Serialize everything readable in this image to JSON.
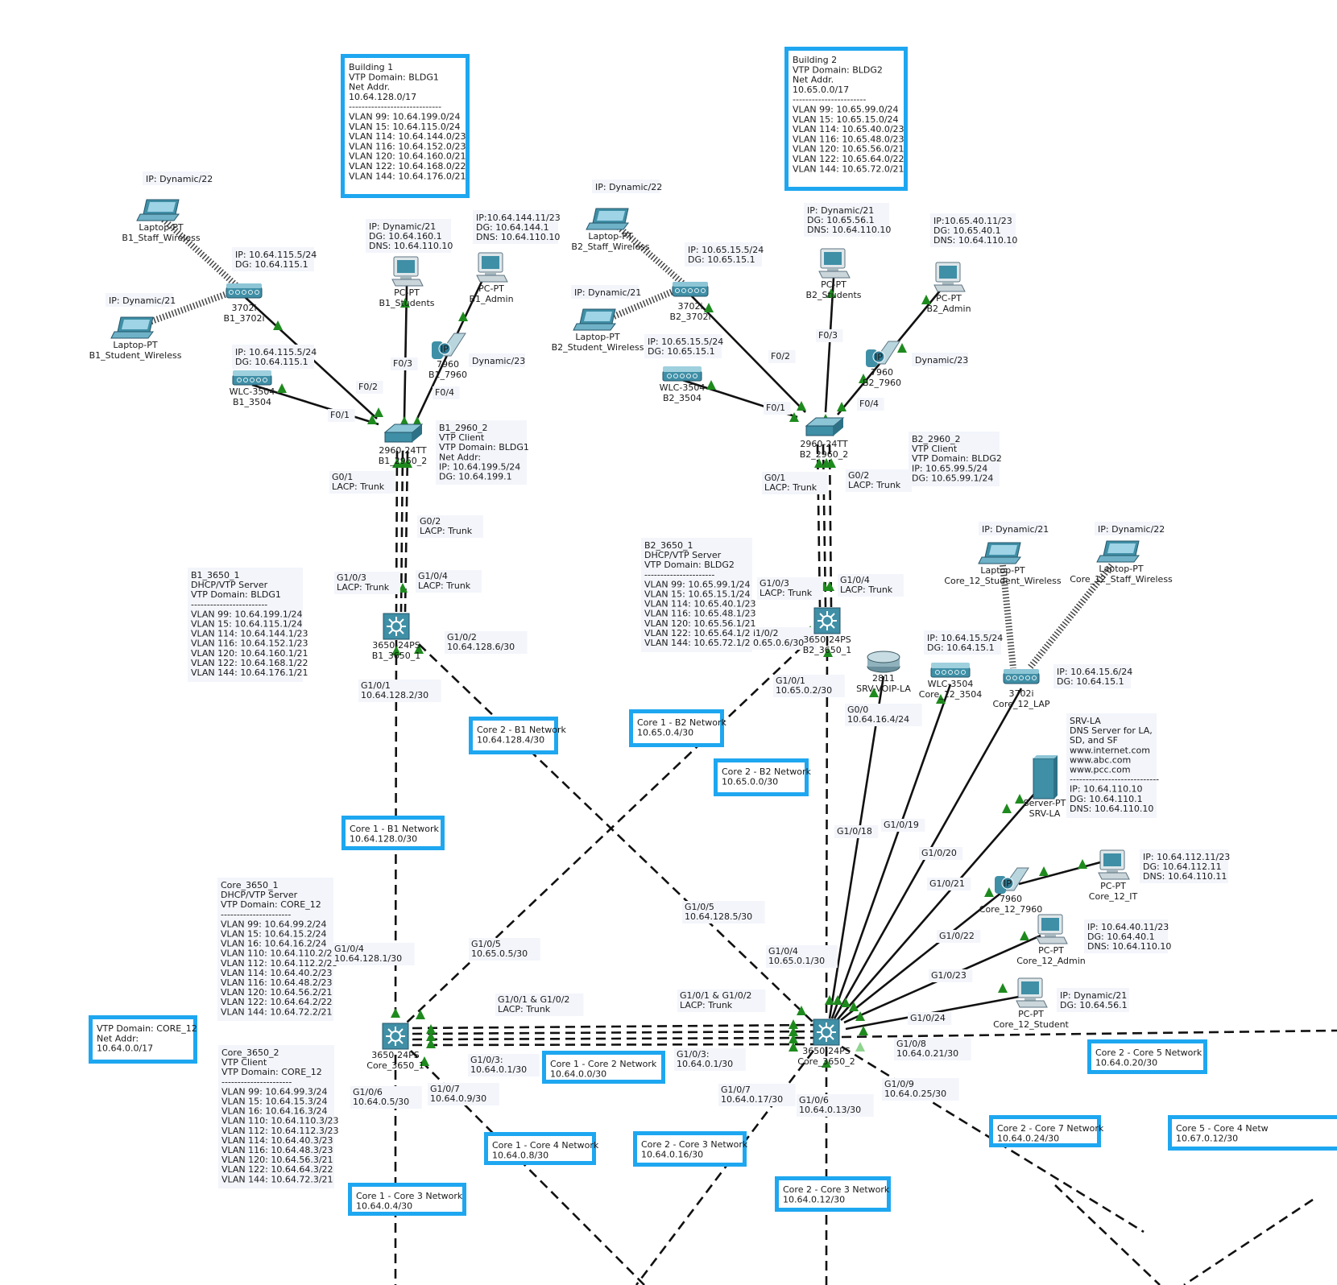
{
  "colors": {
    "box_border": "#1ea7f0",
    "link": "#111111",
    "wireless": "#444444",
    "port_up": "#1e8a1e",
    "device_teal": "#3f8fa6",
    "note_bg": "#f3f5fb"
  },
  "info_boxes": [
    {
      "id": "b1",
      "lines": [
        "Building 1",
        "VTP Domain: BLDG1",
        "Net Addr.",
        "10.64.128.0/17",
        "-----------------------------",
        "VLAN 99: 10.64.199.0/24",
        "VLAN 15: 10.64.115.0/24",
        "VLAN 114: 10.64.144.0/23",
        "VLAN 116: 10.64.152.0/23",
        "VLAN 120: 10.64.160.0/21",
        "VLAN 122: 10.64.168.0/22",
        "VLAN 144: 10.64.176.0/21"
      ]
    },
    {
      "id": "b2",
      "lines": [
        "Building 2",
        "VTP Domain: BLDG2",
        "Net Addr.",
        "10.65.0.0/17",
        "-----------------------",
        "VLAN 99: 10.65.99.0/24",
        "VLAN 15: 10.65.15.0/24",
        "VLAN 114: 10.65.40.0/23",
        "VLAN 116: 10.65.48.0/23",
        "VLAN 120: 10.65.56.0/21",
        "VLAN 122: 10.65.64.0/22",
        "VLAN 144: 10.65.72.0/21"
      ]
    },
    {
      "id": "vtpcore",
      "lines": [
        "VTP Domain: CORE_12",
        "Net Addr:",
        "10.64.0.0/17"
      ]
    },
    {
      "id": "net_c2b1",
      "lines": [
        "Core 2 - B1 Network",
        "10.64.128.4/30"
      ]
    },
    {
      "id": "net_c1b2",
      "lines": [
        "Core 1 - B2 Network",
        "10.65.0.4/30"
      ]
    },
    {
      "id": "net_c2b2",
      "lines": [
        "Core 2 - B2 Network",
        "10.65.0.0/30"
      ]
    },
    {
      "id": "net_c1b1",
      "lines": [
        "Core 1 - B1 Network",
        "10.64.128.0/30"
      ]
    },
    {
      "id": "net_c1c2",
      "lines": [
        "Core 1 - Core 2 Network",
        "10.64.0.0/30"
      ]
    },
    {
      "id": "net_c1c4",
      "lines": [
        "Core 1 - Core 4 Network",
        "10.64.0.8/30"
      ]
    },
    {
      "id": "net_c2c3",
      "lines": [
        "Core 2 - Core 3 Network",
        "10.64.0.16/30"
      ]
    },
    {
      "id": "net_c1c3",
      "lines": [
        "Core 1 - Core 3 Network",
        "10.64.0.4/30"
      ]
    },
    {
      "id": "net_c2c3b",
      "lines": [
        "Core 2 - Core 3 Network",
        "10.64.0.12/30"
      ]
    },
    {
      "id": "net_c2c5",
      "lines": [
        "Core 2 - Core 5 Network",
        "10.64.0.20/30"
      ]
    },
    {
      "id": "net_c2c7",
      "lines": [
        "Core 2 - Core 7 Network",
        "10.64.0.24/30"
      ]
    },
    {
      "id": "net_c5c4",
      "lines": [
        "Core 5 - Core 4 Netw",
        "10.67.0.12/30"
      ]
    }
  ],
  "notes": [
    {
      "id": "b1_2960_note",
      "lines": [
        "B1_2960_2",
        "VTP Client",
        "VTP Domain: BLDG1",
        "Net Addr:",
        "IP: 10.64.199.5/24",
        "DG: 10.64.199.1"
      ]
    },
    {
      "id": "b2_2960_note",
      "lines": [
        "B2_2960_2",
        "VTP Client",
        "VTP Domain: BLDG2",
        "IP: 10.65.99.5/24",
        "DG: 10.65.99.1/24"
      ]
    },
    {
      "id": "b1_3650_note",
      "lines": [
        "B1_3650_1",
        "DHCP/VTP Server",
        "VTP Domain: BLDG1",
        "------------------------",
        "VLAN 99: 10.64.199.1/24",
        "VLAN 15: 10.64.115.1/24",
        "VLAN 114: 10.64.144.1/23",
        "VLAN 116: 10.64.152.1/23",
        "VLAN 120: 10.64.160.1/21",
        "VLAN 122: 10.64.168.1/22",
        "VLAN 144: 10.64.176.1/21"
      ]
    },
    {
      "id": "b2_3650_note",
      "lines": [
        "B2_3650_1",
        "DHCP/VTP Server",
        "VTP Domain: BLDG2",
        "----------------------",
        "VLAN 99: 10.65.99.1/24",
        "VLAN 15: 10.65.15.1/24",
        "VLAN 114: 10.65.40.1/23",
        "VLAN 116: 10.65.48.1/23",
        "VLAN 120: 10.65.56.1/21",
        "VLAN 122: 10.65.64.1/22",
        "VLAN 144: 10.65.72.1/21"
      ]
    },
    {
      "id": "core1_note",
      "lines": [
        "Core_3650_1",
        "DHCP/VTP Server",
        "VTP Domain: CORE_12",
        "----------------------",
        "VLAN 99: 10.64.99.2/24",
        "VLAN 15: 10.64.15.2/24",
        "VLAN 16: 10.64.16.2/24",
        "VLAN 110: 10.64.110.2/23",
        "VLAN 112: 10.64.112.2/23",
        "VLAN 114: 10.64.40.2/23",
        "VLAN 116: 10.64.48.2/23",
        "VLAN 120: 10.64.56.2/21",
        "VLAN 122: 10.64.64.2/22",
        "VLAN 144: 10.64.72.2/21"
      ]
    },
    {
      "id": "core2_note",
      "lines": [
        "Core_3650_2",
        "VTP Client",
        "VTP Domain: CORE_12",
        "----------------------",
        "VLAN 99: 10.64.99.3/24",
        "VLAN 15: 10.64.15.3/24",
        "VLAN 16: 10.64.16.3/24",
        "VLAN 110: 10.64.110.3/23",
        "VLAN 112: 10.64.112.3/23",
        "VLAN 114: 10.64.40.3/23",
        "VLAN 116: 10.64.48.3/23",
        "VLAN 120: 10.64.56.3/21",
        "VLAN 122: 10.64.64.3/22",
        "VLAN 144: 10.64.72.3/21"
      ]
    },
    {
      "id": "srv_note",
      "lines": [
        "SRV-LA",
        "DNS Server for LA,",
        "SD, and SF",
        "www.internet.com",
        "www.abc.com",
        "www.pcc.com",
        "----------------------------",
        "IP: 10.64.110.10",
        "DG: 10.64.110.1",
        "DNS: 10.64.110.10"
      ]
    },
    {
      "id": "b1_lap_ip",
      "lines": [
        "IP: 10.64.115.5/24",
        "DG: 10.64.115.1"
      ]
    },
    {
      "id": "b1_wlc_ip",
      "lines": [
        "IP: 10.64.115.5/24",
        "DG: 10.64.115.1"
      ]
    },
    {
      "id": "b1_stud_ip",
      "lines": [
        "IP: Dynamic/21",
        "DG: 10.64.160.1",
        "DNS: 10.64.110.10"
      ]
    },
    {
      "id": "b1_admin_ip",
      "lines": [
        "IP:10.64.144.11/23",
        "DG: 10.64.144.1",
        "DNS: 10.64.110.10"
      ]
    },
    {
      "id": "b1_staff_ip",
      "lines": [
        "IP: Dynamic/22"
      ]
    },
    {
      "id": "b1_studw_ip",
      "lines": [
        "IP: Dynamic/21"
      ]
    },
    {
      "id": "b1_phone_ip",
      "lines": [
        "Dynamic/23"
      ]
    },
    {
      "id": "b2_staff_ip",
      "lines": [
        "IP: Dynamic/22"
      ]
    },
    {
      "id": "b2_studw_ip",
      "lines": [
        "IP: Dynamic/21"
      ]
    },
    {
      "id": "b2_lap_ip",
      "lines": [
        "IP: 10.65.15.5/24",
        "DG: 10.65.15.1"
      ]
    },
    {
      "id": "b2_wlc_ip",
      "lines": [
        "IP: 10.65.15.5/24",
        "DG: 10.65.15.1"
      ]
    },
    {
      "id": "b2_stud_ip",
      "lines": [
        "IP: Dynamic/21",
        "DG: 10.65.56.1",
        "DNS: 10.64.110.10"
      ]
    },
    {
      "id": "b2_admin_ip",
      "lines": [
        "IP:10.65.40.11/23",
        "DG: 10.65.40.1",
        "DNS: 10.64.110.10"
      ]
    },
    {
      "id": "b2_phone_ip",
      "lines": [
        "Dynamic/23"
      ]
    },
    {
      "id": "c_studw_ip",
      "lines": [
        "IP: Dynamic/21"
      ]
    },
    {
      "id": "c_staffw_ip",
      "lines": [
        "IP: Dynamic/22"
      ]
    },
    {
      "id": "c_wlc_ip",
      "lines": [
        "IP: 10.64.15.5/24",
        "DG: 10.64.15.1"
      ]
    },
    {
      "id": "c_lap_ip",
      "lines": [
        "IP: 10.64.15.6/24",
        "DG: 10.64.15.1"
      ]
    },
    {
      "id": "c_it_ip",
      "lines": [
        "IP: 10.64.112.11/23",
        "DG: 10.64.112.11",
        "DNS: 10.64.110.11"
      ]
    },
    {
      "id": "c_admin_ip",
      "lines": [
        "IP: 10.64.40.11/23",
        "DG: 10.64.40.1",
        "DNS: 10.64.110.10"
      ]
    },
    {
      "id": "c_student_ip",
      "lines": [
        "IP: Dynamic/21",
        "DG: 10.64.56.1"
      ]
    }
  ],
  "port_labels": [
    {
      "id": "p1",
      "lines": [
        "F0/2"
      ]
    },
    {
      "id": "p2",
      "lines": [
        "F0/1"
      ]
    },
    {
      "id": "p3",
      "lines": [
        "F0/3"
      ]
    },
    {
      "id": "p4",
      "lines": [
        "F0/4"
      ]
    },
    {
      "id": "p5",
      "lines": [
        "G0/1",
        "LACP: Trunk"
      ]
    },
    {
      "id": "p6",
      "lines": [
        "G0/2",
        "LACP: Trunk"
      ]
    },
    {
      "id": "p7",
      "lines": [
        "G1/0/3",
        "LACP: Trunk"
      ]
    },
    {
      "id": "p8",
      "lines": [
        "G1/0/4",
        "LACP: Trunk"
      ]
    },
    {
      "id": "p9",
      "lines": [
        "G1/0/2",
        "10.64.128.6/30"
      ]
    },
    {
      "id": "p10",
      "lines": [
        "G1/0/1",
        "10.64.128.2/30"
      ]
    },
    {
      "id": "p11",
      "lines": [
        "F0/2"
      ]
    },
    {
      "id": "p12",
      "lines": [
        "F0/1"
      ]
    },
    {
      "id": "p13",
      "lines": [
        "F0/3"
      ]
    },
    {
      "id": "p14",
      "lines": [
        "F0/4"
      ]
    },
    {
      "id": "p15",
      "lines": [
        "G0/1",
        "LACP: Trunk"
      ]
    },
    {
      "id": "p16",
      "lines": [
        "G0/2",
        "LACP: Trunk"
      ]
    },
    {
      "id": "p17",
      "lines": [
        "G1/0/3",
        "LACP: Trunk"
      ]
    },
    {
      "id": "p18",
      "lines": [
        "G1/0/4",
        "LACP: Trunk"
      ]
    },
    {
      "id": "p19",
      "lines": [
        "i1/0/2",
        "0.65.0.6/30"
      ]
    },
    {
      "id": "p20",
      "lines": [
        "G1/0/1",
        "10.65.0.2/30"
      ]
    },
    {
      "id": "p21",
      "lines": [
        "G0/0",
        "10.64.16.4/24"
      ]
    },
    {
      "id": "p22",
      "lines": [
        "G1/0/18"
      ]
    },
    {
      "id": "p23",
      "lines": [
        "G1/0/19"
      ]
    },
    {
      "id": "p24",
      "lines": [
        "G1/0/20"
      ]
    },
    {
      "id": "p25",
      "lines": [
        "G1/0/21"
      ]
    },
    {
      "id": "p26",
      "lines": [
        "G1/0/22"
      ]
    },
    {
      "id": "p27",
      "lines": [
        "G1/0/23"
      ]
    },
    {
      "id": "p28",
      "lines": [
        "G1/0/24"
      ]
    },
    {
      "id": "p29",
      "lines": [
        "G1/0/5",
        "10.64.128.5/30"
      ]
    },
    {
      "id": "p30",
      "lines": [
        "G1/0/5",
        "10.65.0.5/30"
      ]
    },
    {
      "id": "p31",
      "lines": [
        "G1/0/4",
        "10.64.128.1/30"
      ]
    },
    {
      "id": "p32",
      "lines": [
        "G1/0/4",
        "10.65.0.1/30"
      ]
    },
    {
      "id": "p33",
      "lines": [
        "G1/0/1 & G1/0/2",
        "LACP: Trunk"
      ]
    },
    {
      "id": "p34",
      "lines": [
        "G1/0/1 & G1/0/2",
        "LACP: Trunk"
      ]
    },
    {
      "id": "p35",
      "lines": [
        "G1/0/3:",
        "10.64.0.1/30"
      ]
    },
    {
      "id": "p36",
      "lines": [
        "G1/0/3:",
        "10.64.0.1/30"
      ]
    },
    {
      "id": "p37",
      "lines": [
        "G1/0/6",
        "10.64.0.5/30"
      ]
    },
    {
      "id": "p38",
      "lines": [
        "G1/0/7",
        "10.64.0.9/30"
      ]
    },
    {
      "id": "p39",
      "lines": [
        "G1/0/7",
        "10.64.0.17/30"
      ]
    },
    {
      "id": "p40",
      "lines": [
        "G1/0/6",
        "10.64.0.13/30"
      ]
    },
    {
      "id": "p41",
      "lines": [
        "G1/0/8",
        "10.64.0.21/30"
      ]
    },
    {
      "id": "p42",
      "lines": [
        "G1/0/9",
        "10.64.0.25/30"
      ]
    }
  ],
  "devices": [
    {
      "id": "d1",
      "type": "laptop",
      "lines": [
        "Laptop-PT",
        "B1_Staff_Wireless"
      ]
    },
    {
      "id": "d2",
      "type": "laptop",
      "lines": [
        "Laptop-PT",
        "B1_Student_Wireless"
      ]
    },
    {
      "id": "d3",
      "type": "ap",
      "lines": [
        "3702i",
        "B1_3702i"
      ]
    },
    {
      "id": "d4",
      "type": "wlc",
      "lines": [
        "WLC-3504",
        "B1_3504"
      ]
    },
    {
      "id": "d5",
      "type": "pc",
      "lines": [
        "PC-PT",
        "B1_Students"
      ]
    },
    {
      "id": "d6",
      "type": "pc",
      "lines": [
        "PC-PT",
        "B1_Admin"
      ]
    },
    {
      "id": "d7",
      "type": "phone",
      "lines": [
        "7960",
        "B1_7960"
      ]
    },
    {
      "id": "d8",
      "type": "switch",
      "lines": [
        "2960-24TT",
        "B1_2960_2"
      ]
    },
    {
      "id": "d9",
      "type": "l3switch",
      "lines": [
        "3650-24PS",
        "B1_3650_1"
      ]
    },
    {
      "id": "d10",
      "type": "laptop",
      "lines": [
        "Laptop-PT",
        "B2_Staff_Wireless"
      ]
    },
    {
      "id": "d11",
      "type": "laptop",
      "lines": [
        "Laptop-PT",
        "B2_Student_Wireless"
      ]
    },
    {
      "id": "d12",
      "type": "ap",
      "lines": [
        "3702i",
        "B2_3702i"
      ]
    },
    {
      "id": "d13",
      "type": "wlc",
      "lines": [
        "WLC-3504",
        "B2_3504"
      ]
    },
    {
      "id": "d14",
      "type": "pc",
      "lines": [
        "PC-PT",
        "B2_Students"
      ]
    },
    {
      "id": "d15",
      "type": "pc",
      "lines": [
        "PC-PT",
        "B2_Admin"
      ]
    },
    {
      "id": "d16",
      "type": "phone",
      "lines": [
        "7960",
        "B2_7960"
      ]
    },
    {
      "id": "d17",
      "type": "switch",
      "lines": [
        "2960-24TT",
        "B2_2960_2"
      ]
    },
    {
      "id": "d18",
      "type": "l3switch",
      "lines": [
        "3650-24PS",
        "B2_3650_1"
      ]
    },
    {
      "id": "d19",
      "type": "laptop",
      "lines": [
        "Laptop-PT",
        "Core_12_Student_Wireless"
      ]
    },
    {
      "id": "d20",
      "type": "laptop",
      "lines": [
        "Laptop-PT",
        "Core_12_Staff_Wireless"
      ]
    },
    {
      "id": "d21",
      "type": "router",
      "lines": [
        "2811",
        "SRV-VOIP-LA"
      ]
    },
    {
      "id": "d22",
      "type": "wlc",
      "lines": [
        "WLC-3504",
        "Core_12_3504"
      ]
    },
    {
      "id": "d23",
      "type": "ap",
      "lines": [
        "3702i",
        "Core_12_LAP"
      ]
    },
    {
      "id": "d24",
      "type": "server",
      "lines": [
        "Server-PT",
        "SRV-LA"
      ]
    },
    {
      "id": "d25",
      "type": "pc",
      "lines": [
        "PC-PT",
        "Core_12_IT"
      ]
    },
    {
      "id": "d26",
      "type": "phone",
      "lines": [
        "7960",
        "Core_12_7960"
      ]
    },
    {
      "id": "d27",
      "type": "pc",
      "lines": [
        "PC-PT",
        "Core_12_Admin"
      ]
    },
    {
      "id": "d28",
      "type": "pc",
      "lines": [
        "PC-PT",
        "Core_12_Student"
      ]
    },
    {
      "id": "d29",
      "type": "l3switch",
      "lines": [
        "3650-24PS",
        "Core_3650_1"
      ]
    },
    {
      "id": "d30",
      "type": "l3switch",
      "lines": [
        "3650-24PS",
        "Core_3650_2"
      ]
    }
  ]
}
